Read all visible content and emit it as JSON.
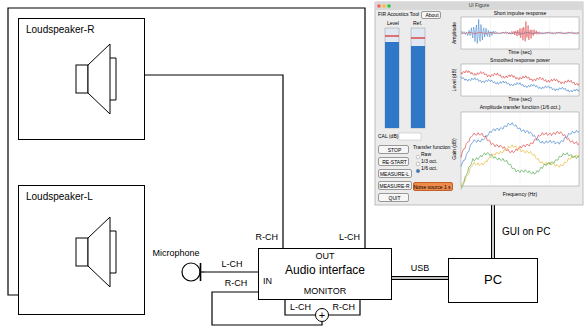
{
  "diagram": {
    "nodes": [
      {
        "text": [
          "Loudspeaker-R"
        ]
      },
      {
        "text": [
          "Loudspeaker-L"
        ]
      },
      {
        "text": [
          "Microphone"
        ]
      },
      {
        "text": [
          "OUT",
          "Audio interface",
          "IN",
          "MONITOR"
        ]
      },
      {
        "text": [
          "+"
        ]
      },
      {
        "text": [
          "PC"
        ]
      },
      {
        "text": [
          "UI Figure",
          "FIR Acoustics Tool",
          "Level",
          "Ref.",
          "Short impulse response",
          "Time (sec)",
          "Smoothed response power",
          "Time (sec)",
          "Amplitude transfer function (1/6 oct.)",
          "Frequency (Hz)",
          "CAL (dB)",
          "Transfer function",
          "Raw",
          "1/3 oct.",
          "1/6 oct.",
          "Amplitude",
          "Level (dB)",
          "Gain (dB)"
        ]
      },
      {
        "text": [
          "About"
        ],
        "in": 6
      },
      {
        "text": [
          "STOP"
        ],
        "in": 6
      },
      {
        "text": [
          "RE-START"
        ],
        "in": 6
      },
      {
        "text": [
          "MEASURE-L"
        ],
        "in": 6
      },
      {
        "text": [
          "MEASURE-R"
        ],
        "in": 6
      },
      {
        "text": [
          "QUIT"
        ],
        "in": 6
      },
      {
        "text": [
          "Noise source 1 s"
        ],
        "in": 6
      }
    ],
    "edges": [
      {
        "from": 3,
        "to": 0,
        "arrow": "none",
        "label": "R-CH"
      },
      {
        "from": 3,
        "to": 1,
        "arrow": "none",
        "label": "L-CH"
      },
      {
        "from": 2,
        "to": 3,
        "arrow": "none",
        "label": "L-CH"
      },
      {
        "from": 4,
        "to": 3,
        "arrow": "none",
        "label": "R-CH"
      },
      {
        "from": 3,
        "to": 4,
        "arrow": "none",
        "label": "L-CH"
      },
      {
        "from": 3,
        "to": 4,
        "arrow": "none",
        "label": "R-CH"
      },
      {
        "from": 3,
        "to": 5,
        "arrow": "none",
        "label": "USB"
      },
      {
        "from": 5,
        "to": 6,
        "arrow": "none"
      }
    ],
    "labels": [
      "GUI on PC"
    ]
  }
}
